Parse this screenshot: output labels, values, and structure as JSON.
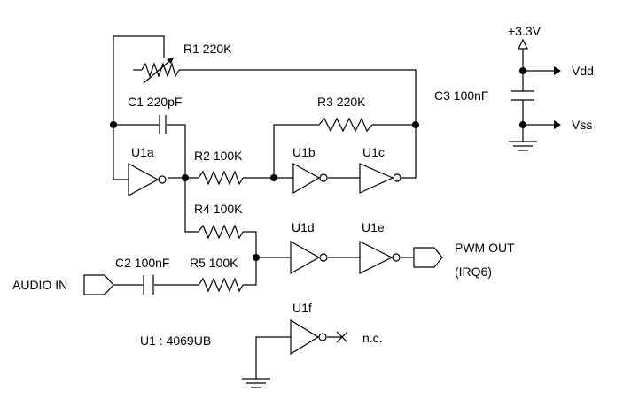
{
  "labels": {
    "r1": "R1 220K",
    "c1": "C1 220pF",
    "r3": "R3 220K",
    "u1a": "U1a",
    "r2": "R2 100K",
    "u1b": "U1b",
    "u1c": "U1c",
    "r4": "R4 100K",
    "u1d": "U1d",
    "u1e": "U1e",
    "pwm_out": "PWM OUT",
    "irq6": "(IRQ6)",
    "c2": "C2 100nF",
    "r5": "R5 100K",
    "audio_in": "AUDIO IN",
    "u1f": "U1f",
    "u1_part": "U1 : 4069UB",
    "nc": "n.c.",
    "vcc": "+3.3V",
    "c3": "C3 100nF",
    "vdd": "Vdd",
    "vss": "Vss"
  },
  "colors": {
    "ink": "#000000",
    "background": "#ffffff"
  }
}
